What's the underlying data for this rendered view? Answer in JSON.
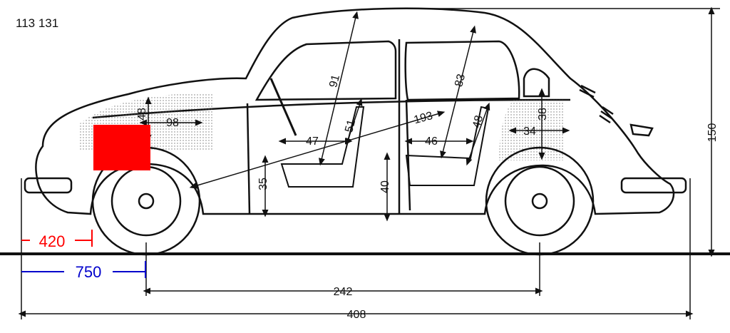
{
  "model_code": "113 131",
  "overall_dims": {
    "length": "408",
    "wheelbase": "242",
    "height": "150"
  },
  "interior_dims": {
    "front_trunk_depth": "98",
    "front_trunk_height": "48",
    "dash_to_rear_seat_diag": "193",
    "front_headroom_diag": "91",
    "rear_headroom_diag": "83",
    "front_seat_depth": "47",
    "front_seat_back": "51",
    "rear_seat_depth": "46",
    "rear_seat_back": "48",
    "front_seat_height": "35",
    "rear_seat_height": "40",
    "luggage_height": "38",
    "luggage_depth": "34"
  },
  "annotations": {
    "red_label": "420",
    "blue_label": "750",
    "red_color": "#ff0000",
    "blue_color": "#0000cc"
  }
}
